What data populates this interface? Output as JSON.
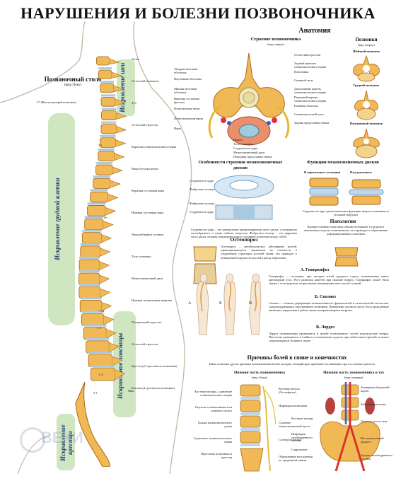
{
  "title": "НАРУШЕНИЯ И БОЛЕЗНИ ПОЗВОНОЧНИКА",
  "left": {
    "column_title": "Позвоночный столб",
    "column_sub": "(вид сбоку)",
    "curves": [
      "Искривление шеи",
      "Искривление грудной клетки",
      "Искривление поясницы",
      "Искривление крестца"
    ],
    "left_labels": [
      "С7 (Выступающий позвонок)",
      "Мыс"
    ],
    "right_labels": [
      "Атлас",
      "Остистый позвонок",
      "Зуб",
      "Остистый отросток",
      "Корешок спинномозгового нерва",
      "Ямка бугорка ребра",
      "Верхняя суставная ямка",
      "Нижняя суставная ямка",
      "Ямка реберных головок",
      "Тело позвонка",
      "Межпозвоночный диск",
      "Нижняя позвоночная вырезка",
      "Поперечный отросток",
      "Остистый отросток",
      "Крестец (5 сросшихся позвонков)",
      "Копчик (4 сросшихся позвонка)"
    ],
    "vertebra_labels": [
      "T-1",
      "T-6",
      "T-12",
      "L-1",
      "L-5",
      "S-1"
    ],
    "watermark": "ВЕКИ"
  },
  "anatomy": {
    "title": "Анатомия",
    "structure_title": "Строение позвоночника",
    "structure_sub": "(вид сверху)",
    "structure_labels_left": [
      "Твердая мозговая оболочка",
      "Паутинная оболочка",
      "Мягкая мозговая оболочка",
      "Верхняя суставная фасетка",
      "Позвоночные вены",
      "Позвоночная артерия",
      "Нерв"
    ],
    "structure_labels_right": [
      "Остистый отросток",
      "Задний корешок спинномозгового нерва",
      "Пластинка",
      "Спинной мозг",
      "Дорсальный корень спинномозгового нерва",
      "Передний корень спинномозгового нерва",
      "Боковая оболочка",
      "Спинномозговой узел",
      "Задняя продольная связка"
    ],
    "structure_labels_bottom": [
      "Ножка",
      "Тело позвонка",
      "Студенистое ядро",
      "Межпозвоночный диск",
      "Передняя продольная связка"
    ],
    "vertebrae_title": "Позвонки",
    "vertebrae_sub": "(вид сверху)",
    "vertebrae": [
      "Шейный позвонок",
      "Грудной позвонок",
      "Поясничный позвонок"
    ]
  },
  "discs": {
    "title": "Особенности строения межпозвоночных дисков",
    "labels": [
      "Студенистое ядро",
      "Фиброзное кольцо",
      "Фиброзное кольцо",
      "Студенистое ядро"
    ],
    "text": "Студенистое ядро – это центральная амортизирующая часть диска, состоящая из желеобразного и очень гибкого вещества. Фиброзное кольцо – это наружная часть диска, которая удерживает ядро и соединяет позвонки между собой."
  },
  "functions": {
    "title": "Функции межпозвоночных дисков",
    "states": [
      "В нормальном состоянии",
      "Под давлением"
    ],
    "text": "Студенистое ядро диска выполняет функцию защиты позвонков от большой нагрузки"
  },
  "osteoporosis": {
    "title": "Остеопороз",
    "text": "Остеопороз – метаболическое заболевание костей, характеризующееся снижением их плотности и ухудшением структуры костной ткани, что приводит к повышенной хрупкости костей и риску переломов."
  },
  "pathology": {
    "title": "Патологии",
    "text": "Компрессионные переломы обычно возникают в грудном и поясничном отделах позвоночника, что приводит к образованию деформированных позвонков",
    "kyphosis_title": "А. Гиперкифоз",
    "kyphosis_text": "Гиперкифоз – состояние, при котором изгиб грудного отдела позвоночника имеет чрезмерный угол. Рост развития заметен при наклоне вперед. Гиперкифоз может быть связан с остеопорозом, возрастными изменениями или плохой осанкой.",
    "figures": [
      "А",
      "Б",
      "В"
    ],
    "scoliosis_title": "Б. Сколиоз",
    "scoliosis_text": "Сколиоз – сложная деформация позвоночника во фронтальной и сагиттальной плоскостях, сопровождающаяся скручиванием позвонков. Причинами сколиоза могут быть врожденные аномалии, нарушения в работе мышц и неравномерная нагрузка.",
    "lordosis_title": "В. Лордоз",
    "lordosis_text": "Лордоз позвоночника проявляется в изгибе позвоночного столба выпуклостью вперед. Патология развивается в шейном и поясничном отделах при избыточном прогибе и может сопровождаться болями в спине."
  },
  "causes": {
    "title": "Причины болей в спине и конечностях",
    "intro": "Ниже показаны другие причины возникновения болей, которые лечащий врач принимает во внимание при постановке диагноза",
    "lower_title": "Нижняя часть позвоночника",
    "lower_sub": "(вид сбоку)",
    "lower_left": [
      "Костные шпоры, сдавление спинномозгового нерва",
      "Опухоль позвоночника или спинного мозга",
      "Грыжа межпозвоночного диска",
      "Сдавление спинномозгового нерва",
      "Переломы позвонков и крестца"
    ],
    "lower_right": [
      "Костная мозоль (Остеофиты)",
      "Инфекция позвонков",
      "Сужение межпозвоночной щели",
      "Спондилолистез",
      "Образование воспаления по срединной линии"
    ],
    "bottom_title": "Нижняя часть позвоночника и таз",
    "bottom_sub": "(вид спереди)",
    "bottom_left": [
      "Костные шпоры",
      "Инфекция тазобедренного сустава",
      "Сакроилеит"
    ],
    "bottom_right": [
      "Аневризма брюшной аорты",
      "Заболевание почек",
      "Опухоль кости таза",
      "Воспалительный процесс",
      "Артрит тазобедренного сустава"
    ]
  }
}
